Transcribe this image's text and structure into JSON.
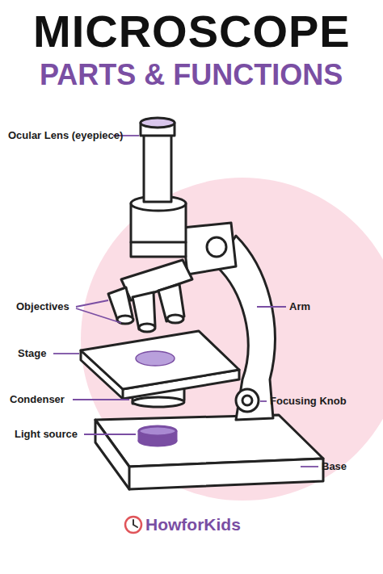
{
  "diagram": {
    "title": "MICROSCOPE",
    "labels": [
      "PARTS & FUNCTIONS",
      "Ocular Lens (eyepiece)",
      "Objectives",
      "Stage",
      "Condenser",
      "Light source",
      "Arm",
      "Focusing Knob",
      "Base",
      "HowforKids"
    ]
  }
}
